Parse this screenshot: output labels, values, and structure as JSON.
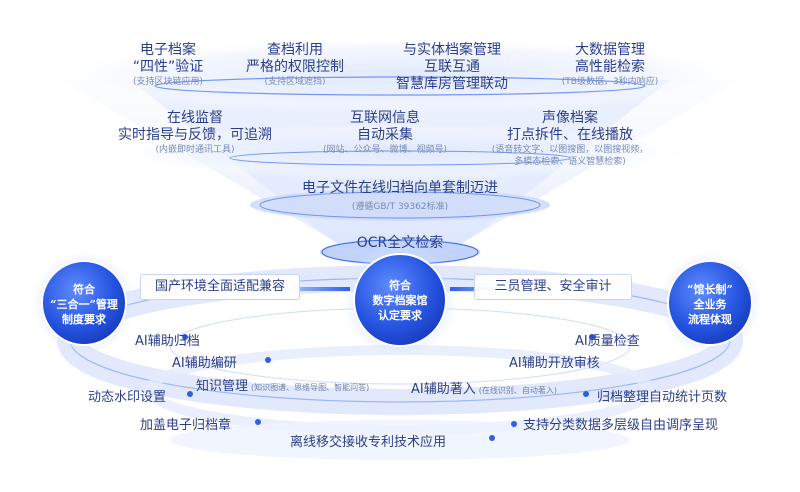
{
  "layer1": [
    {
      "main": "电子档案",
      "main2": "“四性”验证",
      "sub": "(支持区块链应用)"
    },
    {
      "main": "查档利用",
      "main2": "严格的权限控制",
      "sub": "(支持区域遮挡)"
    },
    {
      "main": "与实体档案管理",
      "main2": "互联互通",
      "main3": "智慧库房管理联动"
    },
    {
      "main": "大数据管理",
      "main2": "高性能检索",
      "sub": "(TB级数据，3秒内响应)"
    }
  ],
  "layer2": [
    {
      "main": "在线监督",
      "main2": "实时指导与反馈，可追溯",
      "sub": "(内嵌即时通讯工具)"
    },
    {
      "main": "互联网信息",
      "main2": "自动采集",
      "sub": "(网站、公众号、微博、视频号)"
    },
    {
      "main": "声像档案",
      "main2": "打点拆件、在线播放",
      "sub": "(语音转文字、以图搜图，以图搜视频，",
      "sub2": "多模态检索、语义智慧检索)"
    }
  ],
  "layer3": {
    "main": "电子文件在线归档向单套制迈进",
    "sub": "(遵循GB/T 39362标准)"
  },
  "layer4": {
    "main": "OCR全文检索"
  },
  "circles": {
    "left": {
      "l1": "符合",
      "l2": "“三合一”管理",
      "l3": "制度要求"
    },
    "center": {
      "l1": "符合",
      "l2": "数字档案馆",
      "l3": "认定要求"
    },
    "right": {
      "l1": "“馆长制”",
      "l2": "全业务",
      "l3": "流程体现"
    }
  },
  "boxes": {
    "left": "国产环境全面适配兼容",
    "right": "三员管理、安全审计"
  },
  "left_labels": [
    "AI辅助归档",
    "AI辅助编研"
  ],
  "knowledge": {
    "main": "知识管理",
    "sub": "(知识图谱、思维导图、智能问答)"
  },
  "writing": {
    "main": "AI辅助著入",
    "sub": "(在线识别、自动著入)"
  },
  "right_labels": [
    "AI质量检查",
    "AI辅助开放审核"
  ],
  "bottom_left": [
    "动态水印设置",
    "加盖电子归档章"
  ],
  "bottom_center": "离线移交接收专利技术应用",
  "bottom_right": [
    "归档整理自动统计页数",
    "支持分类数据多层级自由调序呈现"
  ],
  "colors": {
    "primary": "#2f5fe6",
    "text": "#2b3e8c",
    "sub": "#7a8bb5",
    "glow": "#e4ecfd"
  }
}
